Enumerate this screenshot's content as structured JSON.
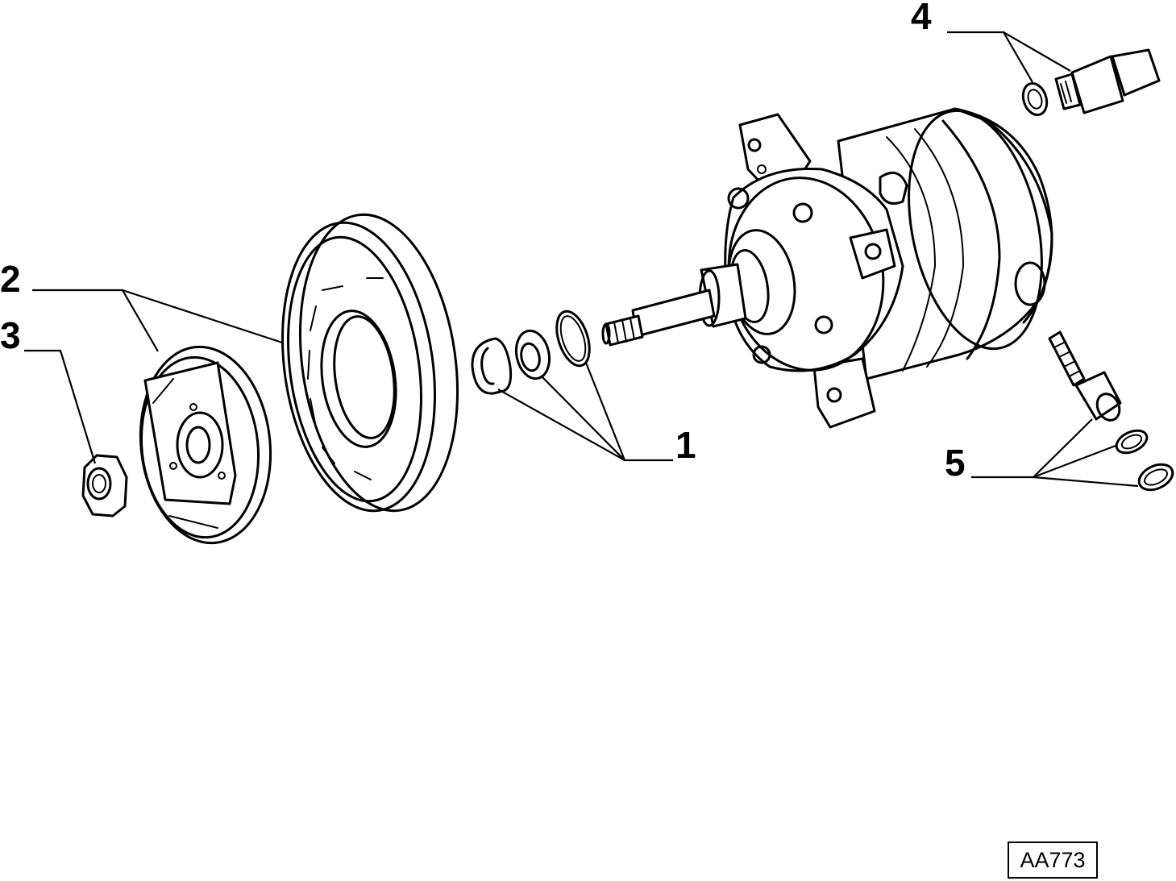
{
  "callouts": {
    "c1": "1",
    "c2": "2",
    "c3": "3",
    "c4": "4",
    "c5": "5"
  },
  "reference_code": "AA773"
}
